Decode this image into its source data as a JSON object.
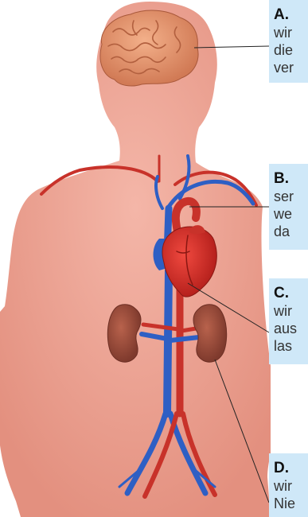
{
  "callouts": [
    {
      "letter": "A.",
      "lines": [
        "wir",
        "die",
        "ver"
      ]
    },
    {
      "letter": "B.",
      "lines": [
        "ser",
        "we",
        "da"
      ]
    },
    {
      "letter": "C.",
      "lines": [
        "wir",
        "aus",
        "las"
      ]
    },
    {
      "letter": "D.",
      "lines": [
        "wir",
        "Nie"
      ]
    }
  ],
  "colors": {
    "skin": "#eda79a",
    "brain": "#e5966e",
    "heart": "#d9302b",
    "artery": "#c8322a",
    "vein": "#2e5fc4",
    "kidney": "#a0503e",
    "callout_bg": "#cfe8f8"
  }
}
